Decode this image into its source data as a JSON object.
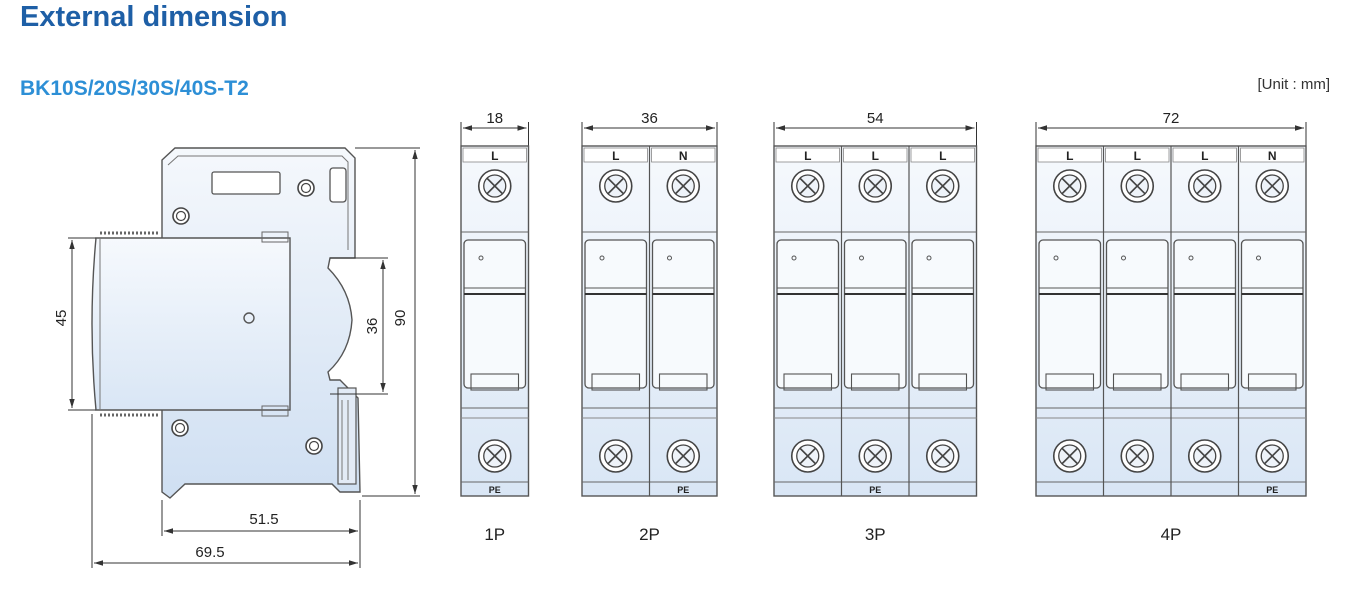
{
  "title": "External dimension",
  "subtitle": "BK10S/20S/30S/40S-T2",
  "unit": "[Unit : mm]",
  "side_view": {
    "dim_45": "45",
    "dim_36": "36",
    "dim_90": "90",
    "dim_51_5": "51.5",
    "dim_69_5": "69.5"
  },
  "variants": [
    {
      "name": "1P",
      "width": "18",
      "poles": [
        "L"
      ]
    },
    {
      "name": "2P",
      "width": "36",
      "poles": [
        "L",
        "N"
      ]
    },
    {
      "name": "3P",
      "width": "54",
      "poles": [
        "L",
        "L",
        "L"
      ]
    },
    {
      "name": "4P",
      "width": "72",
      "poles": [
        "L",
        "L",
        "L",
        "N"
      ]
    }
  ],
  "pe_label": "PE",
  "colors": {
    "title": "#1e5fa6",
    "subtitle": "#2d8fd6",
    "outline": "#555555",
    "fill_light": "#f3f7fc",
    "fill_dark": "#d5e3f4"
  }
}
